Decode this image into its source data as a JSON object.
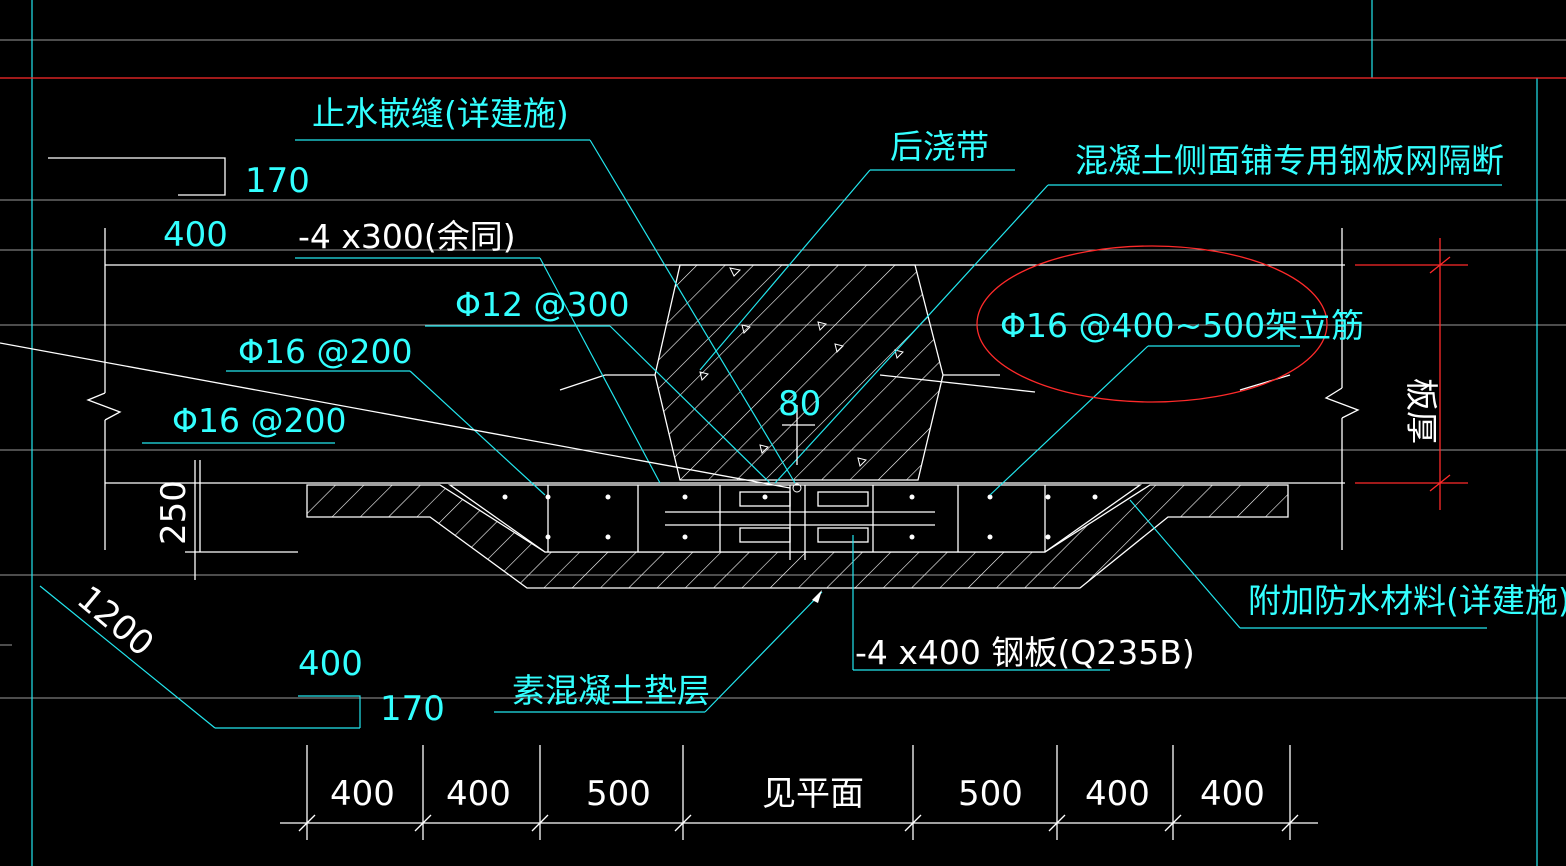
{
  "drawing": {
    "labels": {
      "waterstop": "止水嵌缝(详建施)",
      "post_pour_strip": "后浇带",
      "steel_mesh": "混凝土侧面铺专用钢板网隔断",
      "steel_plate_spec": "-4 x300(余同)",
      "rebar_12_300": "Φ12 @300",
      "rebar_16_200_a": "Φ16 @200",
      "rebar_16_200_b": "Φ16 @200",
      "support_bar": "Φ16 @400~500架立筋",
      "extra_waterproof": "附加防水材料(详建施)",
      "steel_plate": "-4 x400  钢板(Q235B)",
      "plain_concrete": "素混凝土垫层",
      "slab_thickness": "板厚"
    },
    "dimensions": {
      "top_170": "170",
      "top_400": "400",
      "dim_250": "250",
      "dim_1200": "1200",
      "dim_80": "80",
      "bottom_400": "400",
      "bottom_170": "170"
    },
    "bottom_dims": [
      "400",
      "400",
      "500",
      "见平面",
      "500",
      "400",
      "400"
    ],
    "colors": {
      "background": "#000000",
      "annotation": "#33ffff",
      "geometry": "#ffffff",
      "grid": "#9a9a9a",
      "highlight": "#ff2a2a"
    }
  }
}
